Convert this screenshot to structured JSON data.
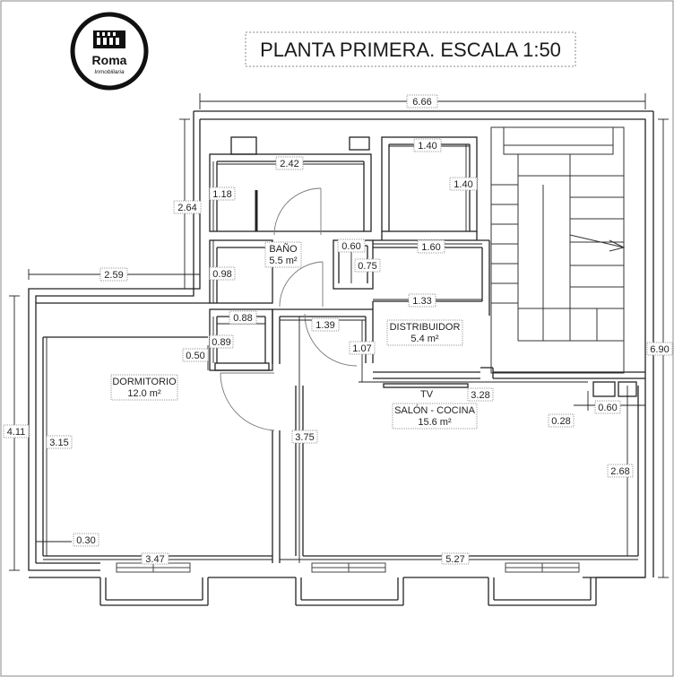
{
  "logo": {
    "name": "Roma",
    "subtitle": "Inmobiliaria"
  },
  "title": "PLANTA PRIMERA. ESCALA 1:50",
  "rooms": {
    "bano": {
      "name": "BAÑO",
      "area": "5.5 m²"
    },
    "distribuidor": {
      "name": "DISTRIBUIDOR",
      "area": "5.4 m²"
    },
    "dormitorio": {
      "name": "DORMITORIO",
      "area": "12.0 m²"
    },
    "salon": {
      "name": "SALÓN - COCINA",
      "area": "15.6 m²"
    },
    "tv": "TV"
  },
  "dims": {
    "top_width": "6.66",
    "left_upper": "2.64",
    "left_step": "2.59",
    "left_full": "4.11",
    "right_full": "6.90",
    "d_242": "2.42",
    "d_118": "1.18",
    "d_098": "0.98",
    "d_140w": "1.40",
    "d_140h": "1.40",
    "d_060a": "0.60",
    "d_075": "0.75",
    "d_160": "1.60",
    "d_133": "1.33",
    "d_088": "0.88",
    "d_089": "0.89",
    "d_050": "0.50",
    "d_139": "1.39",
    "d_107": "1.07",
    "d_328": "3.28",
    "d_028": "0.28",
    "d_060b": "0.60",
    "d_315": "3.15",
    "d_375": "3.75",
    "d_268": "2.68",
    "d_030": "0.30",
    "d_347": "3.47",
    "d_527": "5.27"
  }
}
